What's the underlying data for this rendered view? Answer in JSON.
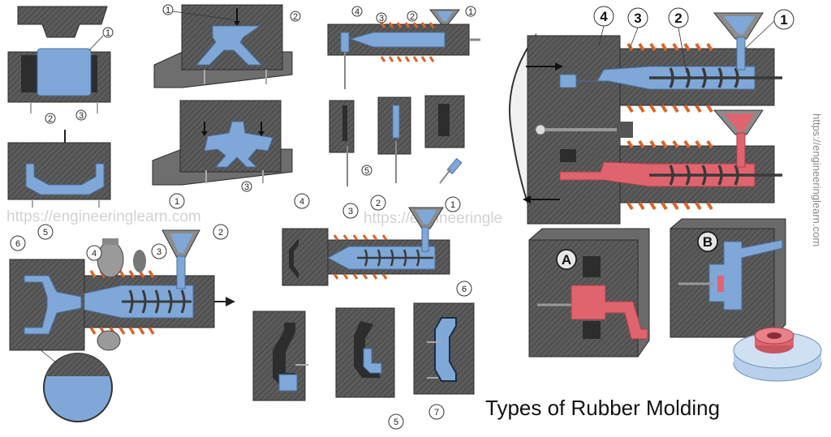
{
  "title": "Types of Rubber Molding",
  "watermarks": {
    "left": "https://engineeringlearn.com",
    "middle": "https://engineeringle",
    "vertical": "https://engineeringlearn.com"
  },
  "callouts": {
    "compression": [
      "1",
      "2",
      "3"
    ],
    "transfer": [
      "1",
      "2",
      "3"
    ],
    "small_injection": [
      "1",
      "2",
      "3",
      "4",
      "5"
    ],
    "injection_large": [
      "1",
      "2",
      "3",
      "4",
      "5",
      "6"
    ],
    "liquid_injection": [
      "1",
      "2",
      "3",
      "4",
      "5",
      "6",
      "7"
    ],
    "two_shot": [
      "1",
      "2",
      "3",
      "4"
    ],
    "mold_labels": [
      "A",
      "B"
    ]
  },
  "colors": {
    "steel": "#5a5a5a",
    "rubber_blue": "#7fa8d8",
    "rubber_red": "#e0646e",
    "heater": "#d9652a"
  }
}
